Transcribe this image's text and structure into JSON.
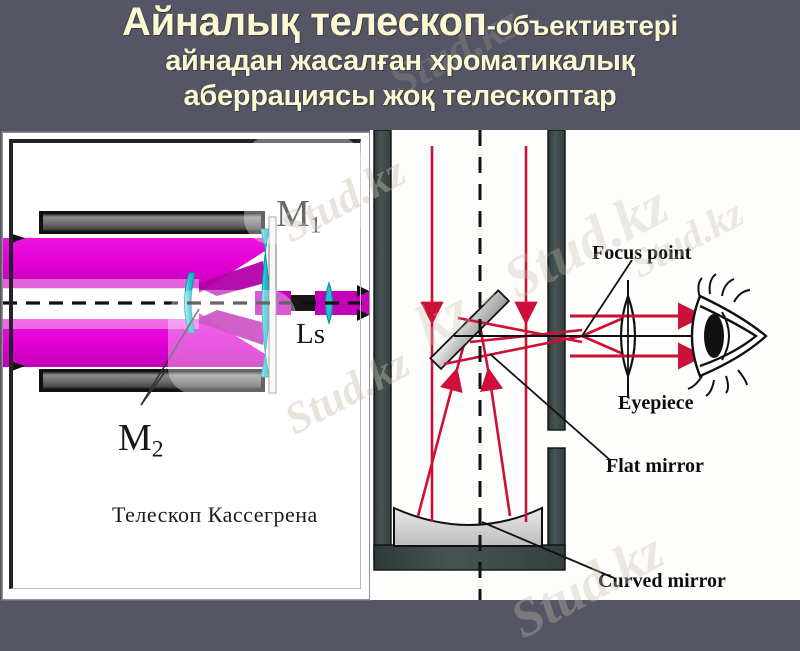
{
  "slide": {
    "background_color": "#545565",
    "title": {
      "line1_main": "Айналық телескоп",
      "line1_small": "-объективтері",
      "line2": "айнадан жасалған хроматикалық",
      "line3": "аберрациясы жоқ телескоптар",
      "text_color": "#fbf8d2"
    }
  },
  "left_figure": {
    "name": "cassegrain-telescope-diagram",
    "caption": "Телескоп Кассегрена",
    "labels": {
      "primary_mirror": "M",
      "primary_mirror_sub": "1",
      "secondary_mirror": "M",
      "secondary_mirror_sub": "2",
      "light_source": "Ls"
    },
    "colors": {
      "beam": "#e300d6",
      "beam_light": "#f06ae2",
      "mirror": "#25c8d8",
      "tube": "#6d6d6d",
      "tube_dark": "#111111",
      "axis": "#111111"
    }
  },
  "right_figure": {
    "name": "newtonian-telescope-diagram",
    "labels": {
      "focus_point": "Focus point",
      "eyepiece": "Eyepiece",
      "flat_mirror": "Flat mirror",
      "curved_mirror": "Curved mirror"
    },
    "colors": {
      "ray": "#cc1038",
      "tube_wall": "#3d4a4a",
      "mirror_fill": "#c9c9c9",
      "outline": "#111111"
    }
  },
  "watermark": {
    "text_primary": "Stud.kz",
    "text_secondary": "kz - Stud.kz",
    "text_tertiary": "Stud.kz",
    "color": "#c9bfae"
  }
}
